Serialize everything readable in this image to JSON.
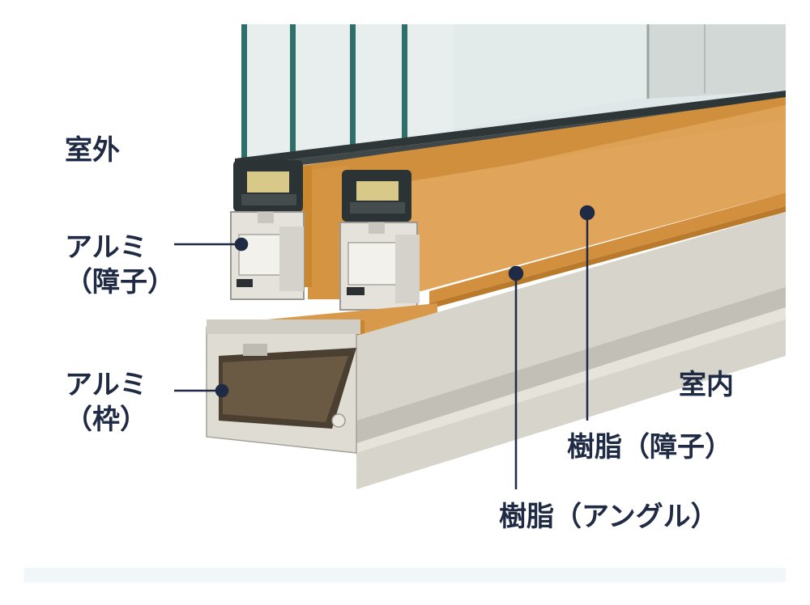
{
  "labels": {
    "outdoor": "室外",
    "indoor": "室内",
    "aluminum_sash_line1": "アルミ",
    "aluminum_sash_line2": "（障子）",
    "aluminum_frame_line1": "アルミ",
    "aluminum_frame_line2": "（枠）",
    "resin_sash": "樹脂（障子）",
    "resin_angle": "樹脂（アングル）"
  },
  "colors": {
    "label_text": "#1f2a44",
    "leader_line": "#1f2a44",
    "resin_wood": "#d99a45",
    "aluminum": "#d8d6cc",
    "glass": "#cfdde0",
    "glass_edge": "#2e6f6a",
    "spacer": "#333a3c",
    "desiccant": "#d9c989"
  }
}
